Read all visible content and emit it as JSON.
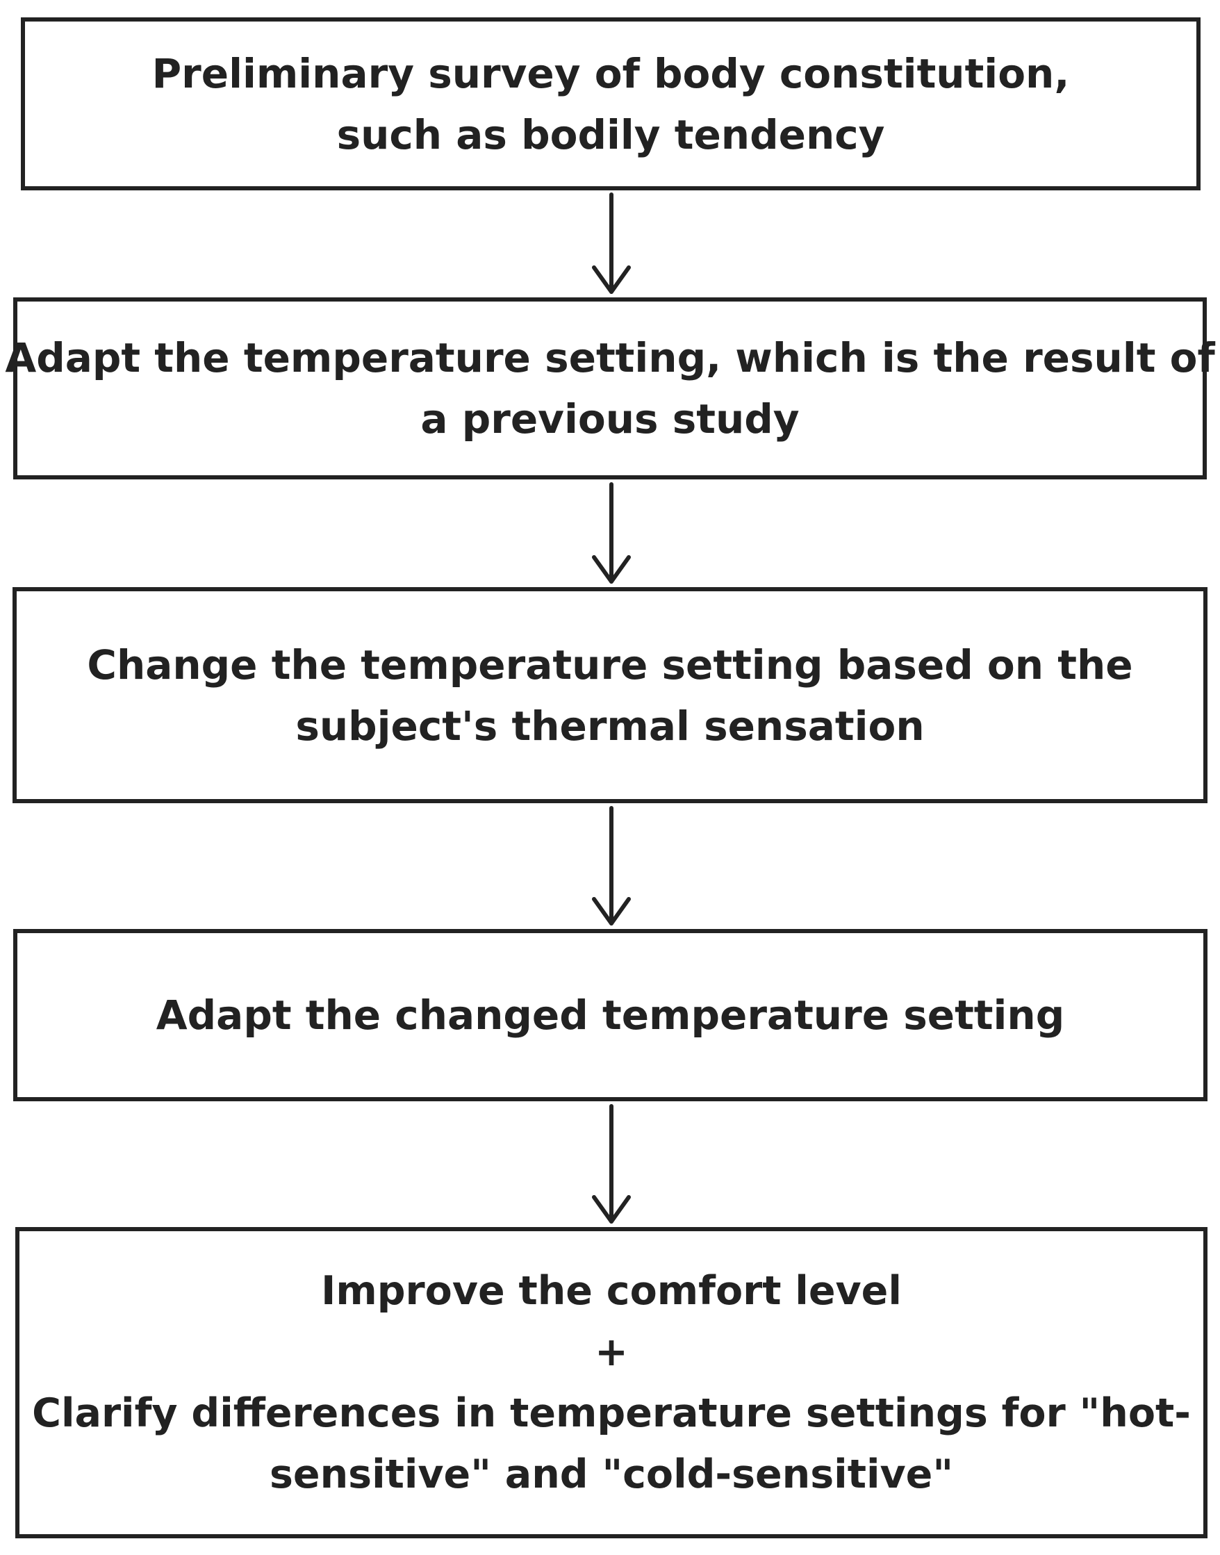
{
  "steps": [
    {
      "lines": [
        "Preliminary survey of body constitution,",
        "such as bodily tendency"
      ]
    },
    {
      "lines": [
        "Adapt the temperature setting, which is the result of",
        "a previous study"
      ]
    },
    {
      "lines": [
        "Change the temperature setting based on the",
        "subject's thermal sensation"
      ]
    },
    {
      "lines": [
        "Adapt the changed temperature setting"
      ]
    },
    {
      "lines": [
        "Improve the comfort level",
        "+",
        "Clarify differences in temperature settings for \"hot-",
        "sensitive\" and \"cold-sensitive\""
      ]
    }
  ],
  "colors": {
    "stroke": "#222222",
    "text": "#222222",
    "background": "#ffffff"
  }
}
